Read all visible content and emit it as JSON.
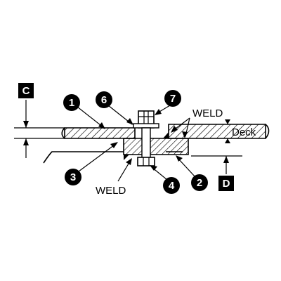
{
  "callouts": {
    "c1": "1",
    "c2": "2",
    "c3": "3",
    "c4": "4",
    "c6": "6",
    "c7": "7"
  },
  "dimensions": {
    "c": "C",
    "d": "D"
  },
  "labels": {
    "weld_top": "WELD",
    "weld_bottom": "WELD",
    "deck": "Deck"
  }
}
